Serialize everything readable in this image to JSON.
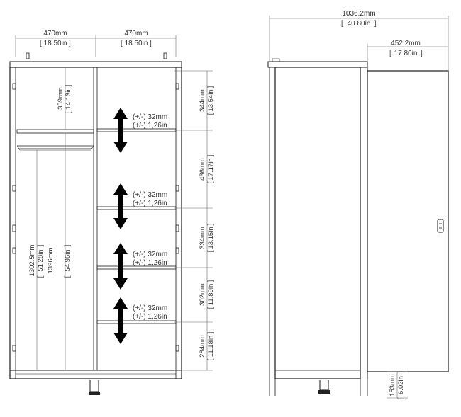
{
  "front": {
    "left_width_mm": "470mm",
    "left_width_in": "18.50in",
    "right_width_mm": "470mm",
    "right_width_in": "18.50in",
    "rail_height_mm": "359mm",
    "rail_height_in": "14.13in",
    "hanging_mm": "1302.5mm",
    "hanging_in": "51.28in",
    "inner_mm": "1396mm",
    "inner_in": "54.96in",
    "shelf_gaps": [
      {
        "mm": "344mm",
        "in": "13.54in"
      },
      {
        "mm": "436mm",
        "in": "17.17in"
      },
      {
        "mm": "334mm",
        "in": "13.15in"
      },
      {
        "mm": "302mm",
        "in": "11.89in"
      },
      {
        "mm": "284mm",
        "in": "11.18in"
      }
    ],
    "adjust": [
      {
        "mm": "(+/-) 32mm",
        "in": "(+/-) 1,26in"
      },
      {
        "mm": "(+/-) 32mm",
        "in": "(+/-) 1,26in"
      },
      {
        "mm": "(+/-) 32mm",
        "in": "(+/-) 1,26in"
      },
      {
        "mm": "(+/-) 32mm",
        "in": "(+/-) 1,26in"
      }
    ]
  },
  "side": {
    "total_mm": "1036.2mm",
    "total_in": "40.80in",
    "depth_mm": "452.2mm",
    "depth_in": "17.80in",
    "foot_mm": "153mm",
    "foot_in": "6.02in"
  },
  "colors": {
    "line": "#1a1a1a",
    "dim": "#666666",
    "arrow": "#000000"
  }
}
